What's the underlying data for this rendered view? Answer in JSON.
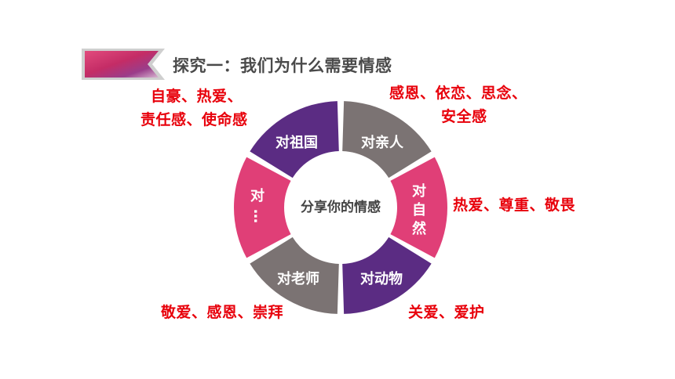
{
  "title": "探究一：我们为什么需要情感",
  "center": "分享你的情感",
  "segments": {
    "motherland": "对祖国",
    "family": "对亲人",
    "nature_1": "对",
    "nature_2": "自",
    "nature_3": "然",
    "animals": "对动物",
    "teachers": "对老师",
    "others_1": "对",
    "others_2": "…"
  },
  "notes": {
    "motherland_1": "自豪、热爱、",
    "motherland_2": "责任感、使命感",
    "family_1": "感恩、依恋、思念、",
    "family_2": "安全感",
    "nature": "热爱、尊重、敬畏",
    "animals": "关爱、爱护",
    "teachers": "敬爱、感恩、崇拜"
  },
  "colors": {
    "purple": "#5b2c83",
    "gray": "#7b7373",
    "pink": "#e03f77",
    "note_red": "#e8000b"
  }
}
